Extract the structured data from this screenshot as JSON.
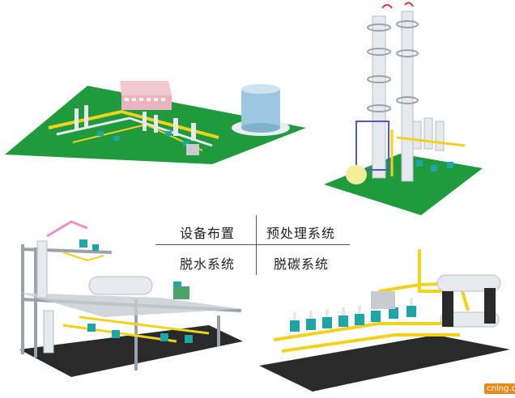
{
  "labels": {
    "top_left": "设备布置",
    "top_right": "预处理系统",
    "bottom_left": "脱水系统",
    "bottom_right": "脱碳系统"
  },
  "watermark": "cnlng.com",
  "colors": {
    "ground_green": "#1f9a3c",
    "pipe_yellow": "#f2d21a",
    "steel_white": "#e6eaee",
    "skid_dark": "#2a2a2a",
    "valve_teal": "#1fa4a8"
  }
}
